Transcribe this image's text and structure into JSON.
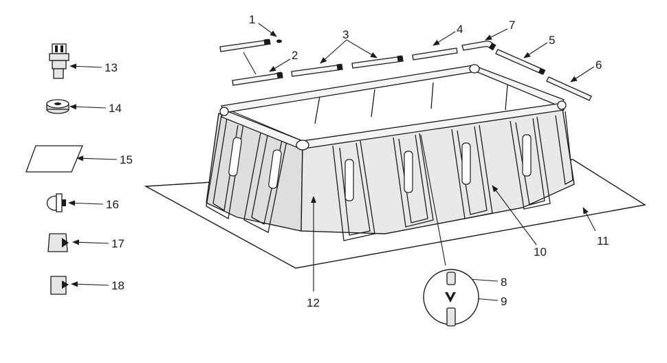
{
  "figure": {
    "callouts": [
      {
        "id": "c1",
        "label": "1"
      },
      {
        "id": "c2",
        "label": "2"
      },
      {
        "id": "c3",
        "label": "3"
      },
      {
        "id": "c4",
        "label": "4"
      },
      {
        "id": "c5",
        "label": "5"
      },
      {
        "id": "c6",
        "label": "6"
      },
      {
        "id": "c7",
        "label": "7"
      },
      {
        "id": "c8",
        "label": "8"
      },
      {
        "id": "c9",
        "label": "9"
      },
      {
        "id": "c10",
        "label": "10"
      },
      {
        "id": "c11",
        "label": "11"
      },
      {
        "id": "c12",
        "label": "12"
      },
      {
        "id": "c13",
        "label": "13"
      },
      {
        "id": "c14",
        "label": "14"
      },
      {
        "id": "c15",
        "label": "15"
      },
      {
        "id": "c16",
        "label": "16"
      },
      {
        "id": "c17",
        "label": "17"
      },
      {
        "id": "c18",
        "label": "18"
      }
    ]
  }
}
